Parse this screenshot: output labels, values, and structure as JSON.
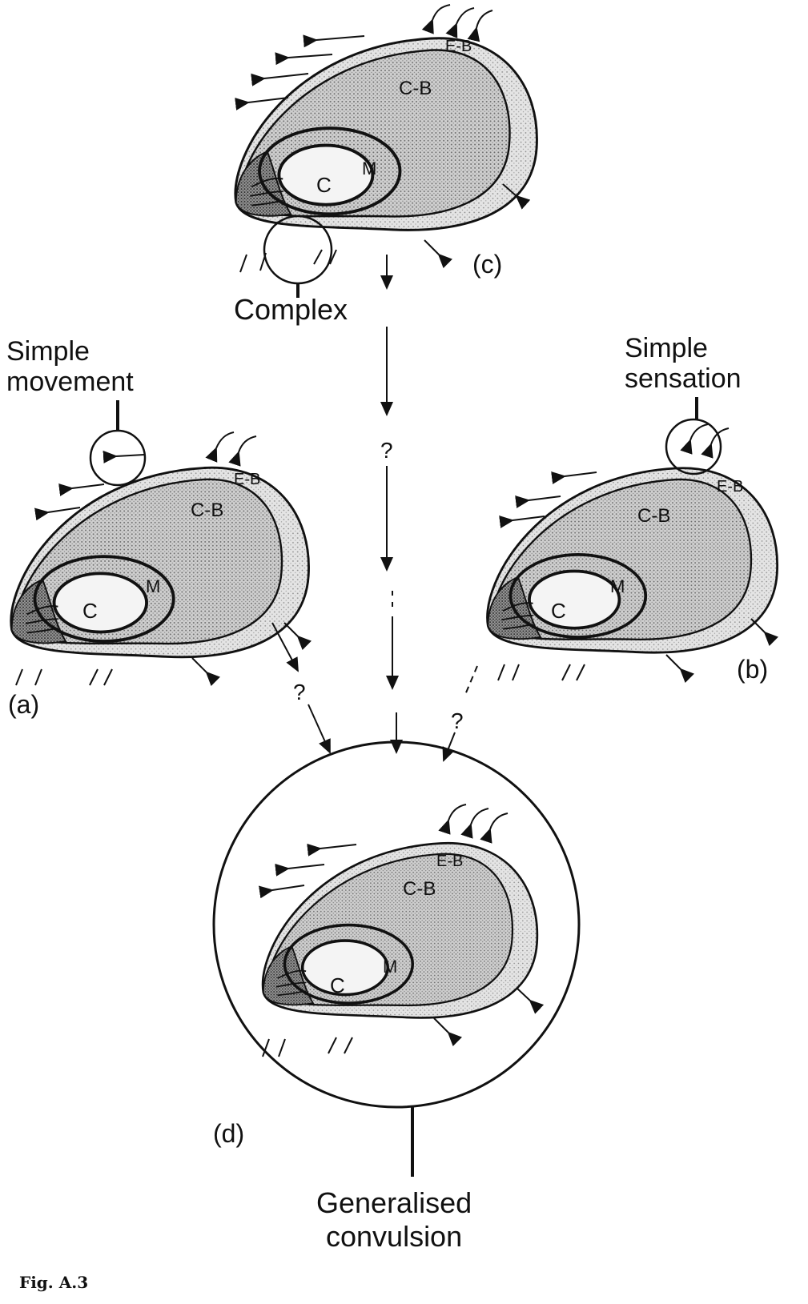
{
  "diagram": {
    "labels": {
      "complex": "Complex",
      "simple_movement": [
        "Simple",
        "movement"
      ],
      "simple_sensation": [
        "Simple",
        "sensation"
      ],
      "generalised_convulsion": [
        "Generalised",
        "convulsion"
      ]
    },
    "panels": {
      "a": "(a)",
      "b": "(b)",
      "c": "(c)",
      "d": "(d)"
    },
    "region_labels": {
      "outer": "E-B",
      "middle": "C-B",
      "inner_ring": "M",
      "core": "C"
    },
    "question_mark": "?",
    "caption": "Fig. A.3"
  }
}
